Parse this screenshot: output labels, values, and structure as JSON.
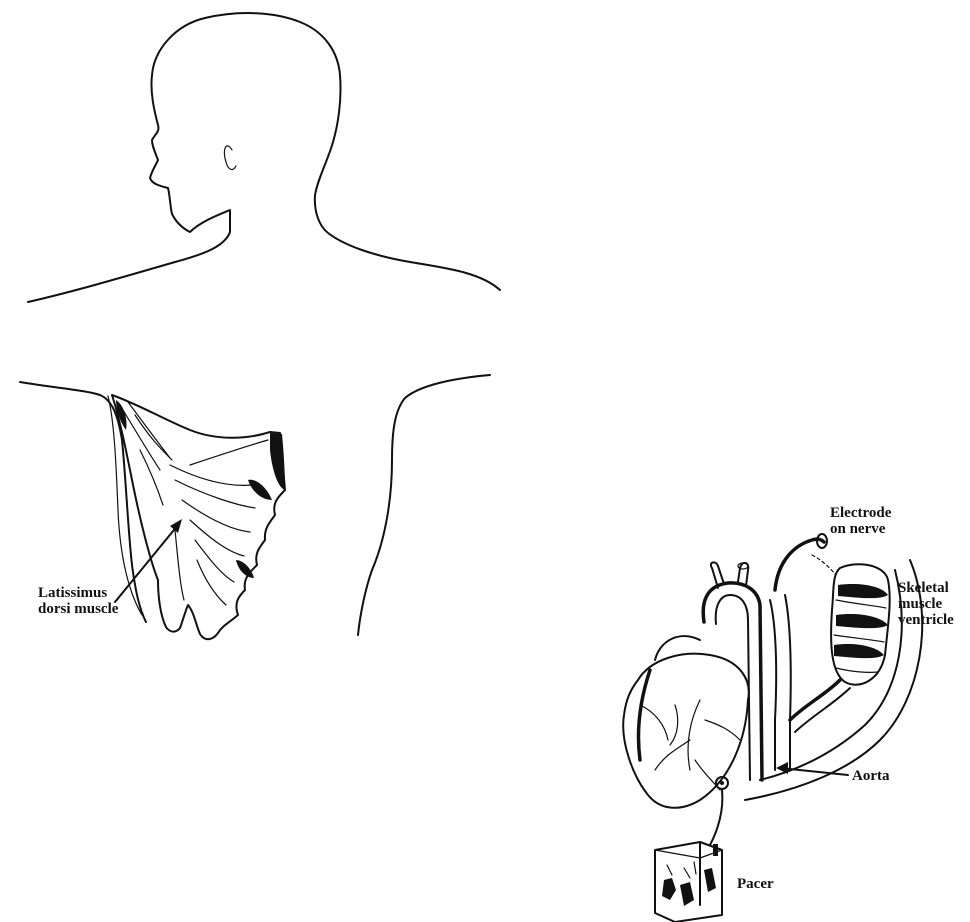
{
  "labels": {
    "latissimus": [
      "Latissimus",
      "dorsi muscle"
    ],
    "electrode": [
      "Electrode",
      "on nerve"
    ],
    "skeletal": [
      "Skeletal",
      "muscle",
      "ventricle"
    ],
    "aorta": "Aorta",
    "pacer": "Pacer"
  },
  "colors": {
    "ink": "#111111",
    "background": "#ffffff"
  }
}
